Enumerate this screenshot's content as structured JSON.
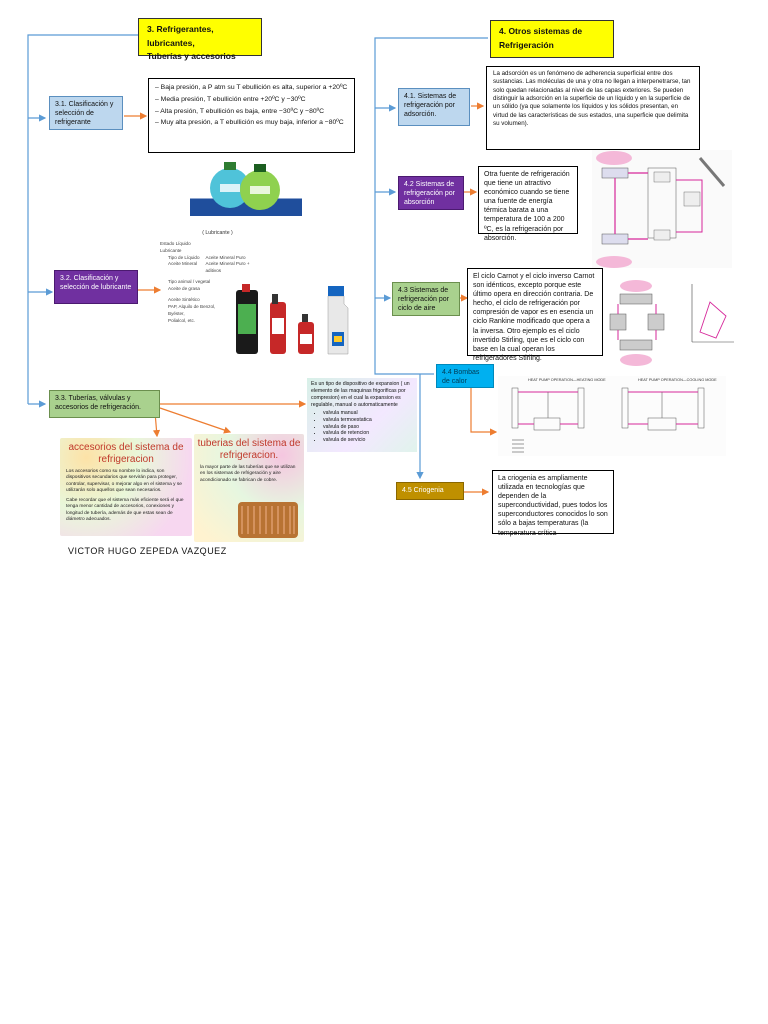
{
  "section3": {
    "header": [
      "3. Refrigerantes, lubricantes,",
      "Tuberías y accesorios"
    ],
    "box_3_1": "3.1. Clasificación y selección de refrigerante",
    "refrigerant_list": [
      "– Baja presión, a P atm su T ebullición es alta, superior a +20ºC",
      "– Media presión, T ebullición entre +20ºC y −30ºC",
      "– Alta presión, T ebullición es baja, entre −30ºC y −80ºC",
      "– Muy alta presión, a T ebullición es muy baja, inferior a −80ºC"
    ],
    "box_3_2": "3.2. Clasificación y selección de lubricante",
    "lubricant_chart": {
      "title": "( Lubricante )",
      "estado": "Estado Líquido",
      "lubricante": "Lubricante",
      "tipo": "Tipo de Líquido",
      "aceite_mineral": "Aceite Mineral",
      "aceite_mineral_puro": "Aceite Mineral Puro",
      "aceite_mineral_puro_aditivos": "Aceite Mineral Puro + aditivos",
      "tipo_animal": "Tipo animal / vegetal",
      "aceite_grasa": "Aceite de grasa",
      "aceite_sintetico": "Aceite Sintético",
      "sinteticos": [
        "PAP, Alquilo de Benzol,",
        "Byéster,",
        "Polialcol, etc."
      ]
    },
    "box_3_3": "3.3. Tuberías, válvulas y accesorios de refrigeración.",
    "expansion_text": "Es un tipo de dispositivo de expansion ( un elemento de las maquinas frigorificas por compresion) en el cual la expansion es regulable, manual o automaticamente",
    "valve_list": [
      "valvula manual",
      "valvula termoestatica",
      "valvula de paso",
      "valvula de retencion",
      "valvula de servicio"
    ],
    "card_accesorios": {
      "title": "accesorios del sistema de refrigeracion",
      "text": [
        "Los accesorios como su nombre lo indica, son dispositivos secundarios que servirán para proteger, controlar, supervisar, o mejorar algo en el sistema y se utilizarán solo aquellos que sean necesarios.",
        "Cabe recordar que el sistema más eficiente será el que tenga menor cantidad de accesorios, conexiones y longitud de tubería, además de que estas sean de diámetro adecuados."
      ]
    },
    "card_tuberias": {
      "title": "tuberias del sistema de refrigeracion.",
      "text": "la mayor parte de las tuberías que se utilizan en los sistemas de refrigeración y aire acondicionado se fabrican de cobre."
    }
  },
  "section4": {
    "header": [
      "4. Otros sistemas de",
      "Refrigeración"
    ],
    "box_4_1": "4.1. Sistemas de refrigeración por adsorción.",
    "text_4_1": "La adsorción es un fenómeno de adherencia superficial entre dos sustancias. Las moléculas de una y otra no llegan a interpenetrarse, tan solo quedan relacionadas al nivel de las capas exteriores. Se pueden distinguir la adsorción en la superficie de un líquido y en la superficie de un sólido (ya que solamente los líquidos y los sólidos presentan, en virtud de las características de sus estados, una superficie que delimita su volumen).",
    "box_4_2": "4.2 Sistemas de refrigeración por absorción",
    "text_4_2": "Otra fuente de refrigeración que tiene un atractivo económico cuando se tiene una fuente de energía térmica barata a una temperatura de 100 a 200 ºC, es la refrigeración por absorción.",
    "box_4_3": "4.3 Sistemas de refrigeración por ciclo de aire",
    "text_4_3": "El ciclo Carnot y el ciclo inverso Carnot son idénticos, excepto porque este último opera en dirección contraria. De hecho, el ciclo de refrigeración por compresión de vapor es en esencia un ciclo Rankine modificado que opera a la inversa. Otro ejemplo es el ciclo invertido Stirling, que es el ciclo con base en la cual operan los refrigeradores Stirling.",
    "box_4_4": "4.4 Bombas de calor",
    "heatpump_titles": [
      "HEAT PUMP OPERATION—HEATING MODE",
      "HEAT PUMP OPERATION—COOLING MODE"
    ],
    "box_4_5": "4.5 Criogenia",
    "text_4_5": "La criogenia es ampliamente utilizada en tecnologías que dependen de la superconductividad, pues todos los superconductores conocidos lo son sólo a bajas temperaturas (la temperatura crítica"
  },
  "author": "VICTOR HUGO ZEPEDA VAZQUEZ",
  "colors": {
    "connector": "#5b9bd5",
    "arrow": "#ed7d31",
    "header": "#ffff00"
  }
}
